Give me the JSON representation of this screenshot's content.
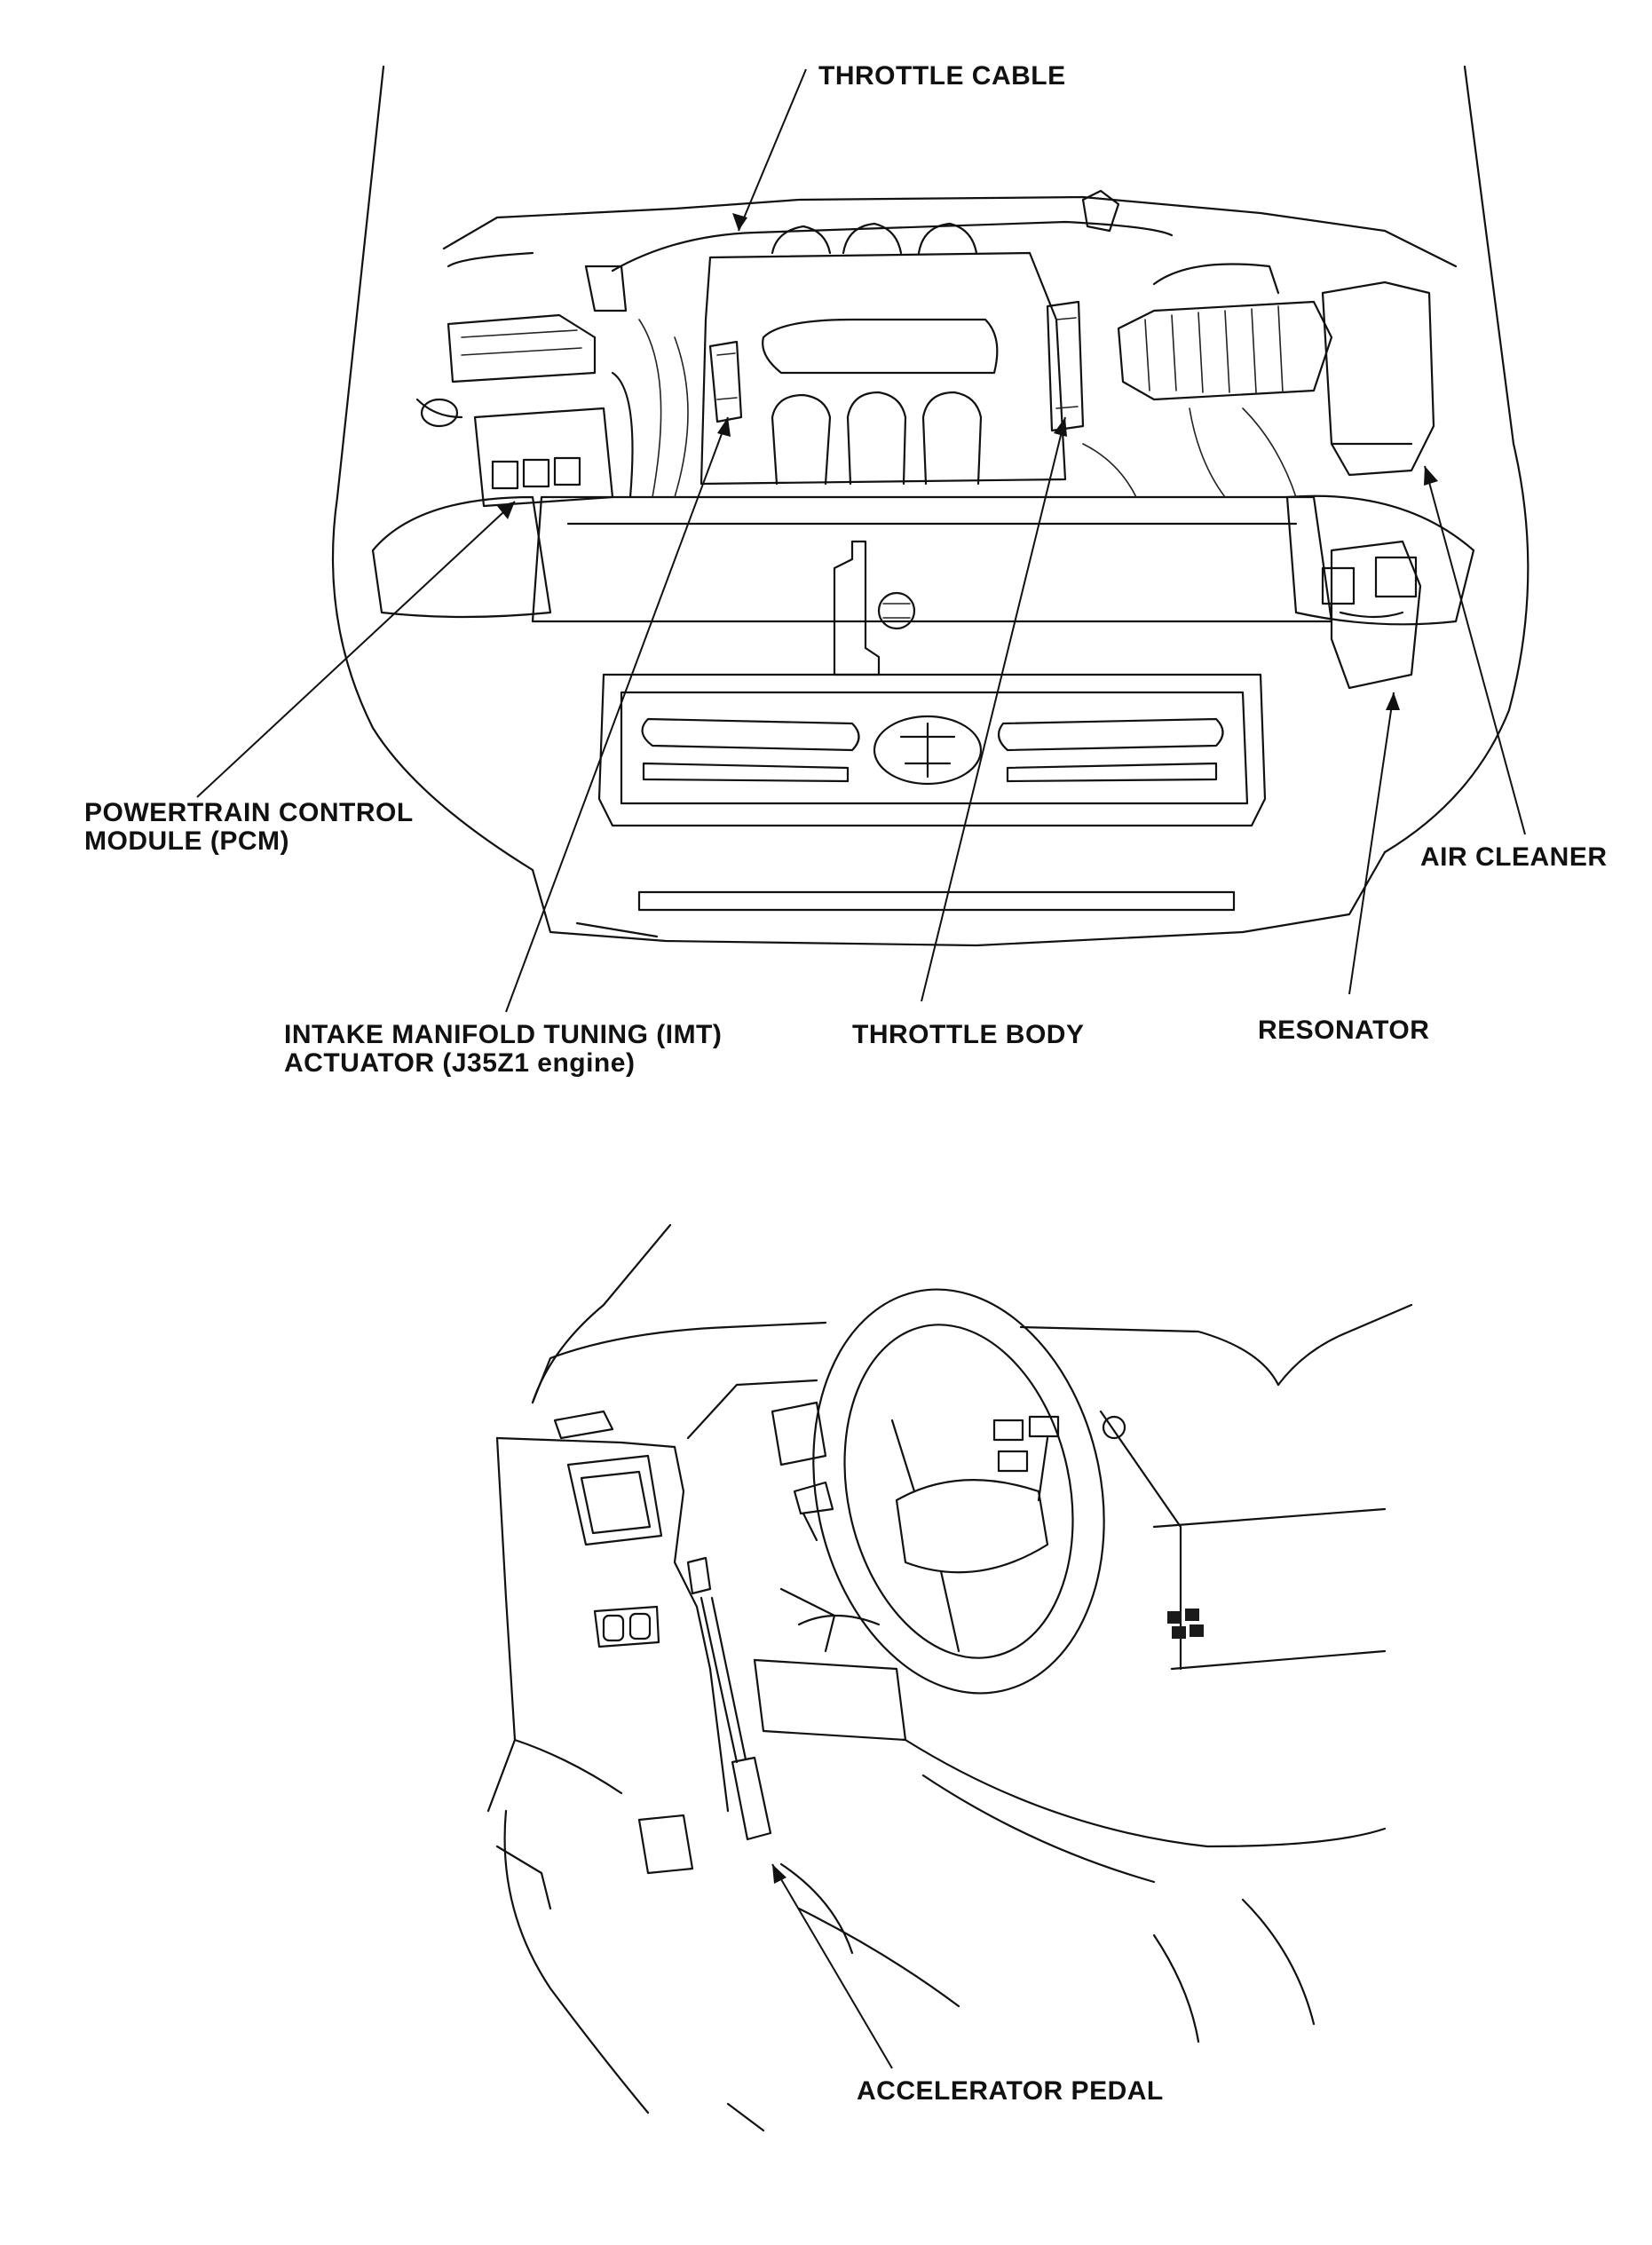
{
  "figures": {
    "engine_bay": {
      "callouts": {
        "throttle_cable": "THROTTLE CABLE",
        "pcm_line1": "POWERTRAIN CONTROL",
        "pcm_line2": "MODULE (PCM)",
        "air_cleaner": "AIR CLEANER",
        "imt_line1": "INTAKE MANIFOLD TUNING (IMT)",
        "imt_line2": "ACTUATOR (J35Z1 engine)",
        "throttle_body": "THROTTLE BODY",
        "resonator": "RESONATOR"
      }
    },
    "cabin": {
      "callouts": {
        "accelerator_pedal": "ACCELERATOR PEDAL"
      }
    }
  },
  "colors": {
    "ink": "#111111",
    "paper": "#ffffff"
  }
}
